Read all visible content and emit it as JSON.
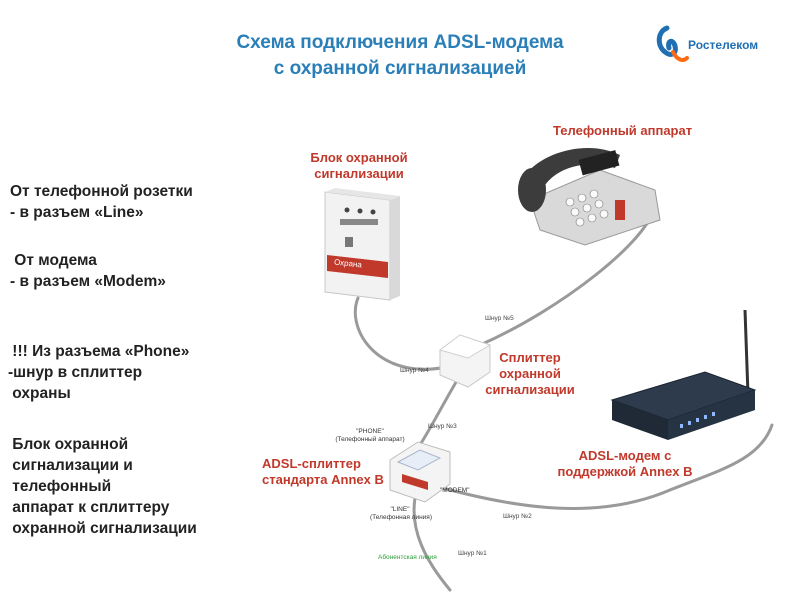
{
  "title": {
    "line1": "Схема подключения ADSL-модема",
    "line2": "с охранной сигнализацией"
  },
  "logo": {
    "text": "Ростелеком"
  },
  "notes": {
    "n1": "От телефонной розетки\n- в разъем «Line»",
    "n2": " От модема\n- в разъем «Modem»",
    "n3": " !!! Из разъема «Phone»\n-шнур в сплиттер\n охраны",
    "n4": " Блок охранной\n сигнализации и\n телефонный\n аппарат к сплиттеру\n охранной сигнализации"
  },
  "devices": {
    "alarm_block": {
      "label": "Блок охранной\nсигнализации",
      "panel_text": "Охрана"
    },
    "phone": {
      "label": "Телефонный аппарат"
    },
    "security_splitter": {
      "label": "Сплиттер\nохранной\nсигнализации"
    },
    "adsl_splitter": {
      "label": "ADSL-сплиттер\nстандарта Annex B"
    },
    "modem": {
      "label": "ADSL-модем с\nподдержкой Annex B"
    }
  },
  "ports": {
    "phone": "\"PHONE\"\n(Телефонный аппарат)",
    "modem": "\"MODEM\"",
    "line": "\"LINE\"\n(Телефонная линия)"
  },
  "cords": {
    "c1": "Шнур №1",
    "c2": "Шнур №2",
    "c3": "Шнур №3",
    "c4": "Шнур №4",
    "c5": "Шнур №5",
    "subscriber_line": "Абонентская линия"
  },
  "colors": {
    "title": "#2a7fb8",
    "device_label": "#c0392b",
    "subscriber_line_label": "#2e9e3a",
    "wire": "#9a9a9a"
  }
}
